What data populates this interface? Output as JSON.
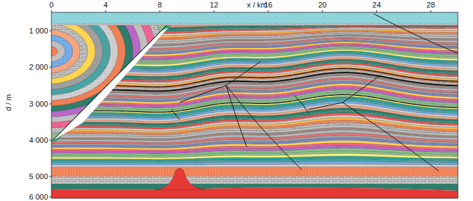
{
  "diagram": {
    "labels": [
      "x / km",
      "0",
      "4",
      "8",
      "12",
      "16",
      "20",
      "24",
      "28",
      "d / m",
      "1 000",
      "2 000",
      "3 000",
      "4 000",
      "5 000",
      "6 000"
    ]
  }
}
